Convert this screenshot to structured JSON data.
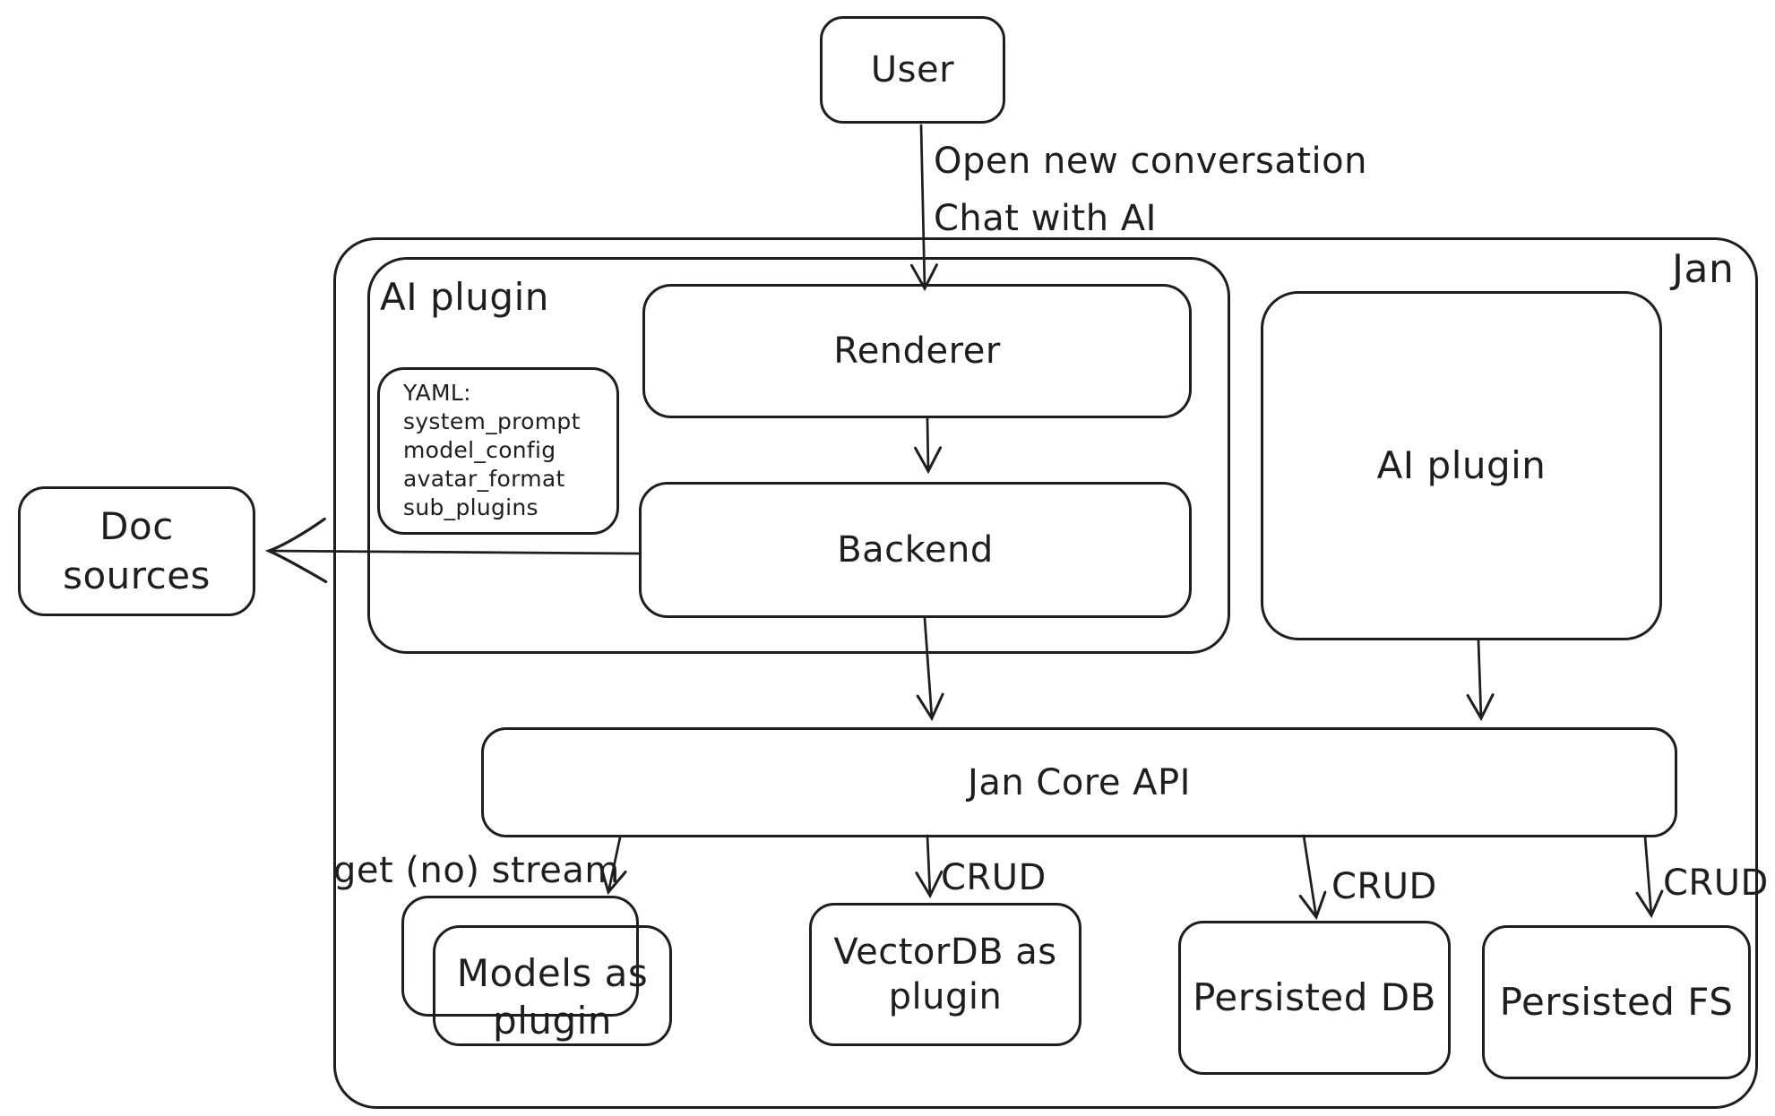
{
  "canvas": {
    "background": "#ffffff",
    "stroke_color": "#1e1e1e"
  },
  "nodes": {
    "user": "User",
    "doc_sources": "Doc sources",
    "jan_container": "Jan",
    "ai_plugin_container": "AI plugin",
    "renderer": "Renderer",
    "backend": "Backend",
    "yaml_note": "YAML:\nsystem_prompt\nmodel_config\navatar_format\nsub_plugins",
    "ai_plugin_right": "AI plugin",
    "jan_core_api": "Jan Core API",
    "models_as_plugin": "Models as plugin",
    "vectordb_as_plugin": "VectorDB as plugin",
    "persisted_db": "Persisted DB",
    "persisted_fs": "Persisted FS"
  },
  "edge_labels": {
    "user_flow": "Open new conversation\nChat with AI",
    "get_no_stream": "get (no) stream",
    "crud_vectordb": "CRUD",
    "crud_persisted_db": "CRUD",
    "crud_persisted_fs": "CRUD"
  }
}
